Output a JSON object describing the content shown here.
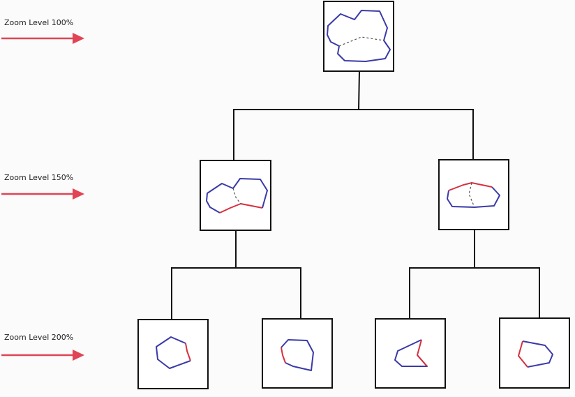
{
  "zoom_levels": [
    {
      "label": "Zoom Level 100%"
    },
    {
      "label": "Zoom Level 150%"
    },
    {
      "label": "Zoom Level 200%"
    }
  ],
  "colors": {
    "arrow": "#e04455",
    "outline": "#3a3aa8",
    "split_edge": "#d63040",
    "frame": "#111111",
    "connector": "#111111",
    "dashed_split": "#555555",
    "background": "#fbfbfb"
  },
  "tree": {
    "root": "shape-full",
    "children": [
      {
        "node": "shape-left-half",
        "children": [
          "shape-left-quarter-a",
          "shape-left-quarter-b"
        ]
      },
      {
        "node": "shape-right-half",
        "children": [
          "shape-right-quarter-a",
          "shape-right-quarter-b"
        ]
      }
    ]
  }
}
